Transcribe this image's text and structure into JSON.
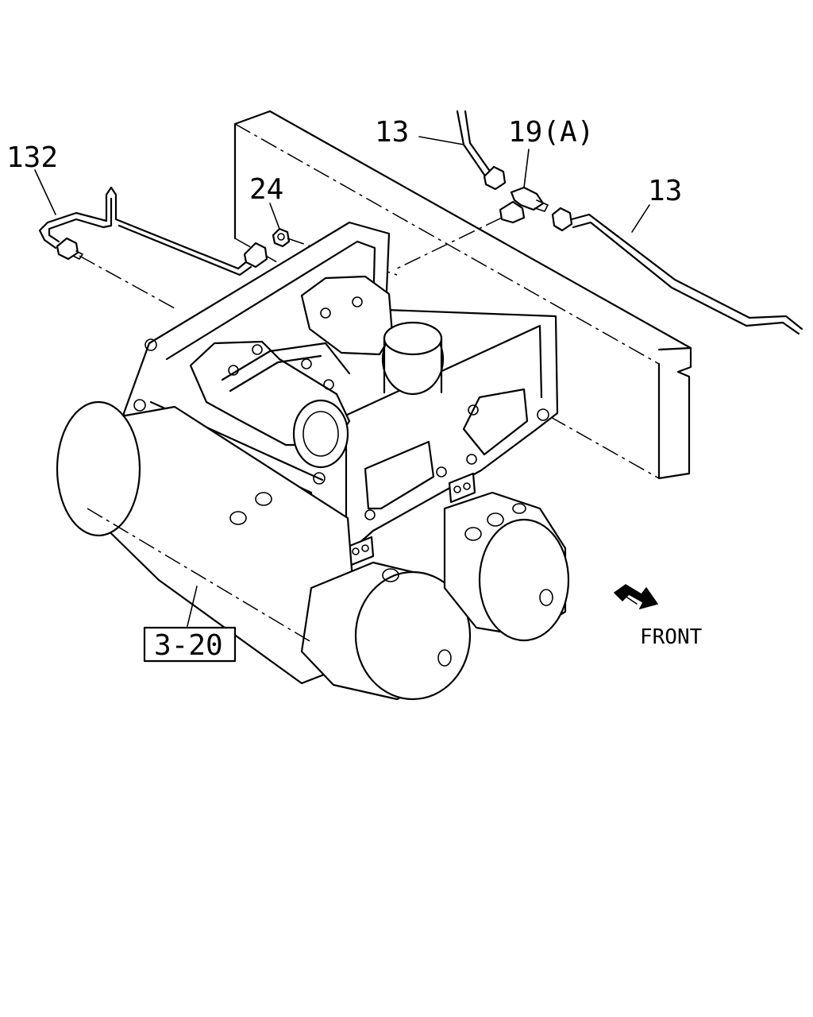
{
  "callouts": {
    "pipe_left": "132",
    "nut": "24",
    "pipe_upper": "13",
    "tee_fitting": "19(A)",
    "pipe_right": "13",
    "reference": "3-20"
  },
  "orientation": {
    "front_label": "FRONT",
    "arrow_icon": "front-arrow-icon"
  },
  "colors": {
    "line": "#000000",
    "background": "#ffffff"
  }
}
